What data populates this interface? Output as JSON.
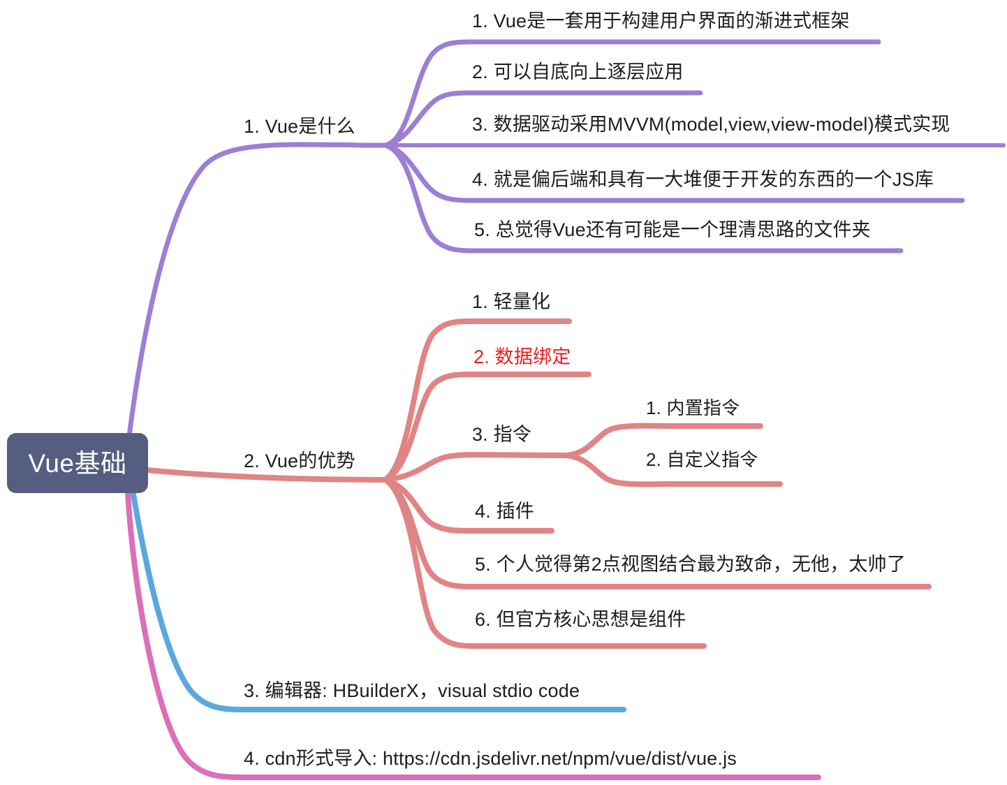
{
  "title": "Vue基础 思维导图",
  "root": {
    "label": "Vue基础",
    "box_color": "#555e80",
    "text_color": "#ffffff"
  },
  "colors": {
    "branch_purple": "#9b7fd4",
    "branch_red": "#e08484",
    "branch_blue": "#5ba8dd",
    "branch_pink": "#dd6eb8",
    "text_default": "#1d1d1d",
    "text_highlight": "#ef1b1b",
    "background": "#ffffff"
  },
  "branches": [
    {
      "id": "vue-what",
      "label": "1. Vue是什么",
      "color": "#9b7fd4",
      "children": [
        {
          "label": "1. Vue是一套用于构建用户界面的渐进式框架"
        },
        {
          "label": "2. 可以自底向上逐层应用"
        },
        {
          "label": "3. 数据驱动采用MVVM(model,view,view-model)模式实现"
        },
        {
          "label": "4. 就是偏后端和具有一大堆便于开发的东西的一个JS库"
        },
        {
          "label": "5. 总觉得Vue还有可能是一个理清思路的文件夹"
        }
      ]
    },
    {
      "id": "vue-advantages",
      "label": "2. Vue的优势",
      "color": "#e08484",
      "children": [
        {
          "label": "1. 轻量化",
          "highlight": false
        },
        {
          "label": "2. 数据绑定",
          "highlight": true
        },
        {
          "label": "3. 指令",
          "highlight": false,
          "children": [
            {
              "label": "1. 内置指令"
            },
            {
              "label": "2. 自定义指令"
            }
          ]
        },
        {
          "label": "4. 插件",
          "highlight": false
        },
        {
          "label": "5. 个人觉得第2点视图结合最为致命，无他，太帅了",
          "highlight": false
        },
        {
          "label": "6. 但官方核心思想是组件",
          "highlight": false
        }
      ]
    },
    {
      "id": "editor",
      "label": "3. 编辑器: HBuilderX，visual stdio code",
      "color": "#5ba8dd",
      "children": []
    },
    {
      "id": "cdn-import",
      "label": "4. cdn形式导入: https://cdn.jsdelivr.net/npm/vue/dist/vue.js",
      "color": "#dd6eb8",
      "children": []
    }
  ]
}
